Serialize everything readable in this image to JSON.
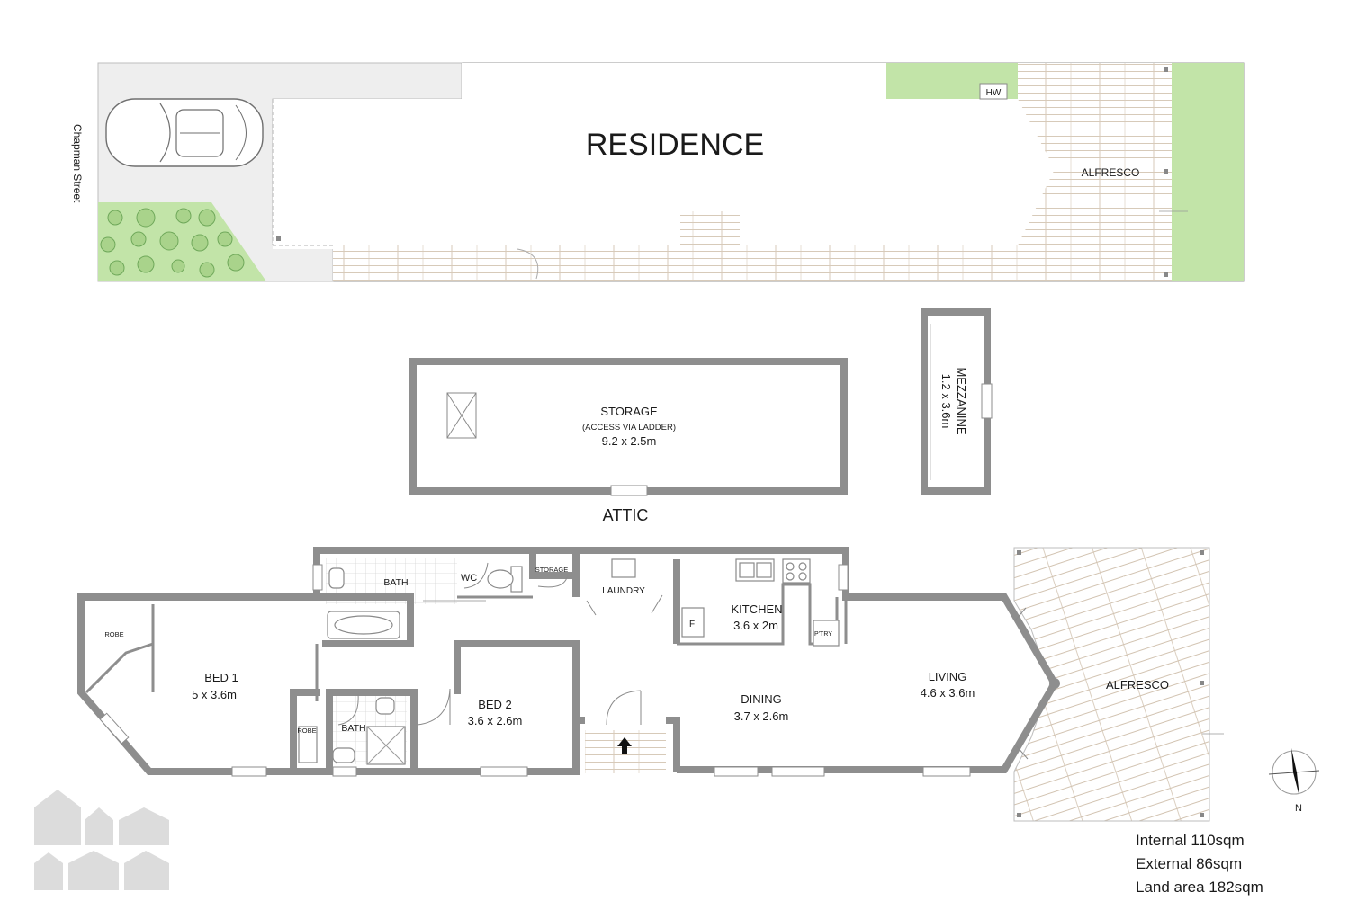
{
  "site": {
    "residence_label": "RESIDENCE",
    "street_label": "Chapman Street",
    "hw_label": "HW",
    "alfresco_label": "ALFRESCO"
  },
  "attic": {
    "title": "ATTIC",
    "storage": {
      "name": "STORAGE",
      "note": "(ACCESS VIA LADDER)",
      "size": "9.2 x 2.5m"
    },
    "mezzanine": {
      "name": "MEZZANINE",
      "size": "1.2 x 3.6m"
    }
  },
  "ground": {
    "robe1": "ROBE",
    "bed1": {
      "name": "BED 1",
      "size": "5 x 3.6m"
    },
    "bath1": "BATH",
    "wc": "WC",
    "storage": "STORAGE",
    "laundry": "LAUNDRY",
    "robe2": "ROBE",
    "bath2": "BATH",
    "bed2": {
      "name": "BED 2",
      "size": "3.6 x 2.6m"
    },
    "kitchen": {
      "name": "KITCHEN",
      "size": "3.6 x 2m"
    },
    "fridge": "F",
    "pantry": "P'TRY",
    "dining": {
      "name": "DINING",
      "size": "3.7 x 2.6m"
    },
    "living": {
      "name": "LIVING",
      "size": "4.6 x 3.6m"
    },
    "alfresco": "ALFRESCO"
  },
  "compass": {
    "north": "N"
  },
  "stats": [
    "Internal 110sqm",
    "External 86sqm",
    "Land area 182sqm"
  ],
  "colors": {
    "wall": "#8e8e8e",
    "lawn": "#bde3a4",
    "paving": "#eeeeee",
    "deck_line": "#c9b9a6",
    "logo": "#dcdcdc"
  }
}
